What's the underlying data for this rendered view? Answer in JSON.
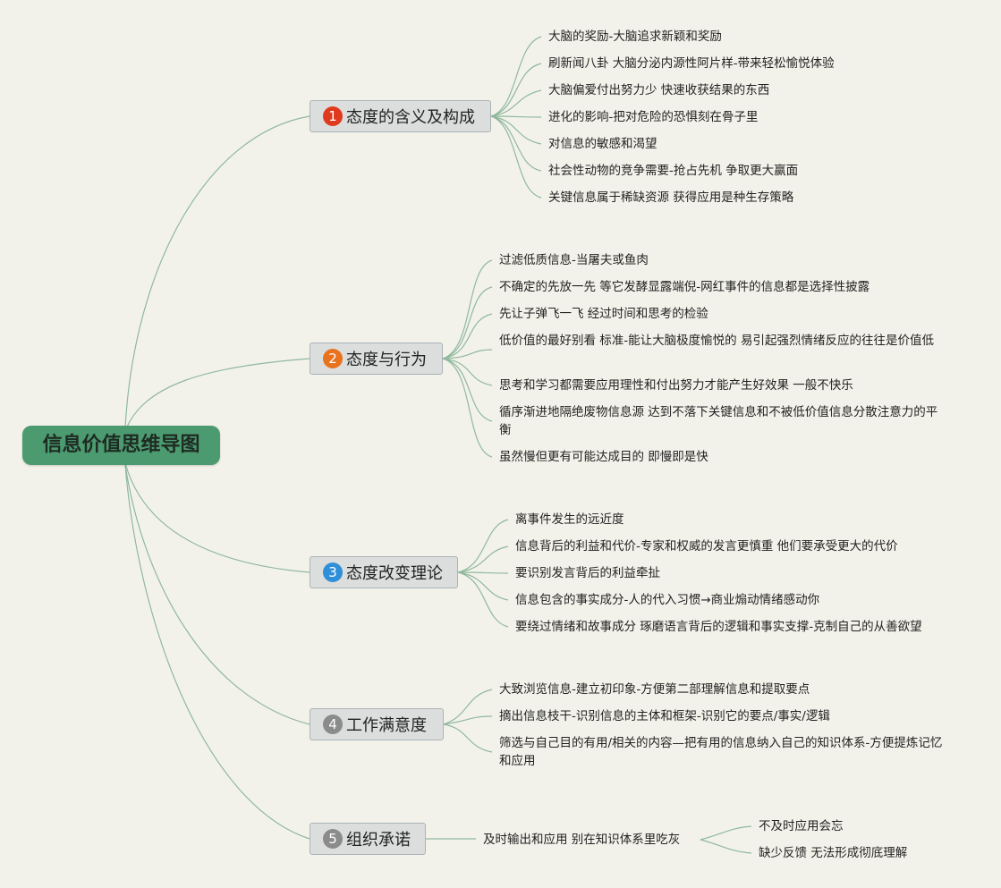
{
  "title": "信息价值思维导图",
  "colors": {
    "root_bg": "#4c9a70",
    "connector": "#8fb89d",
    "branch_bg": "#dcdedd",
    "badge_1": "#e03a1e",
    "badge_2": "#e8721e",
    "badge_3": "#2f8fd8",
    "badge_4": "#8b8b8b",
    "badge_5": "#8b8b8b"
  },
  "branches": [
    {
      "number": "1",
      "label": "态度的含义及构成",
      "items": [
        "大脑的奖励-大脑追求新颖和奖励",
        "刷新闻八卦 大脑分泌内源性阿片样-带来轻松愉悦体验",
        "大脑偏爱付出努力少 快速收获结果的东西",
        "进化的影响-把对危险的恐惧刻在骨子里",
        "对信息的敏感和渴望",
        "社会性动物的竞争需要-抢占先机 争取更大赢面",
        "关键信息属于稀缺资源 获得应用是种生存策略"
      ]
    },
    {
      "number": "2",
      "label": "态度与行为",
      "items": [
        "过滤低质信息-当屠夫或鱼肉",
        "不确定的先放一先 等它发酵显露端倪-网红事件的信息都是选择性披露",
        "先让子弹飞一飞 经过时间和思考的检验",
        "低价值的最好别看 标准-能让大脑极度愉悦的 易引起强烈情绪反应的往往是价值低",
        "思考和学习都需要应用理性和付出努力才能产生好效果 一般不快乐",
        "循序渐进地隔绝废物信息源 达到不落下关键信息和不被低价值信息分散注意力的平衡",
        "虽然慢但更有可能达成目的 即慢即是快"
      ]
    },
    {
      "number": "3",
      "label": "态度改变理论",
      "items": [
        "离事件发生的远近度",
        "信息背后的利益和代价-专家和权威的发言更慎重 他们要承受更大的代价",
        "要识别发言背后的利益牵扯",
        "信息包含的事实成分-人的代入习惯→商业煽动情绪感动你",
        "要绕过情绪和故事成分 琢磨语言背后的逻辑和事实支撑-克制自己的从善欲望"
      ]
    },
    {
      "number": "4",
      "label": "工作满意度",
      "items": [
        "大致浏览信息-建立初印象-方便第二部理解信息和提取要点",
        "摘出信息枝干-识别信息的主体和框架-识别它的要点/事实/逻辑",
        "筛选与自己目的有用/相关的内容—把有用的信息纳入自己的知识体系-方便提炼记忆和应用"
      ]
    },
    {
      "number": "5",
      "label": "组织承诺",
      "items": [
        "及时输出和应用 别在知识体系里吃灰"
      ],
      "subitems": [
        "不及时应用会忘",
        "缺少反馈 无法形成彻底理解"
      ]
    }
  ]
}
